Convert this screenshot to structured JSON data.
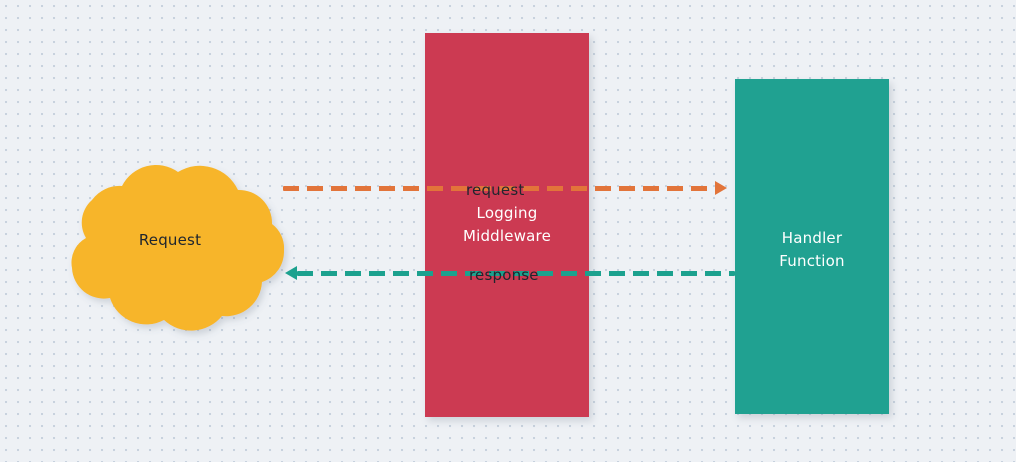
{
  "diagram": {
    "background_color": "#eef1f5",
    "grid_dot_color": "#c8d2de",
    "nodes": {
      "request_cloud": {
        "label": "Request",
        "shape": "cloud",
        "fill": "#f7b52c",
        "text_color": "#20262e"
      },
      "logging_middleware": {
        "label": "Logging\nMiddleware",
        "shape": "rectangle",
        "fill": "#cc3a52",
        "text_color": "#ffffff"
      },
      "handler_function": {
        "label": "Handler\nFunction",
        "shape": "rectangle",
        "fill": "#20a191",
        "text_color": "#ffffff"
      }
    },
    "edges": {
      "request_edge": {
        "label": "request",
        "color": "#e2743a",
        "style": "dashed",
        "direction": "right",
        "from": "Request",
        "to": "Handler Function"
      },
      "response_edge": {
        "label": "response",
        "color": "#1ca18e",
        "style": "dashed",
        "direction": "left",
        "from": "Handler Function",
        "to": "Request"
      }
    }
  }
}
